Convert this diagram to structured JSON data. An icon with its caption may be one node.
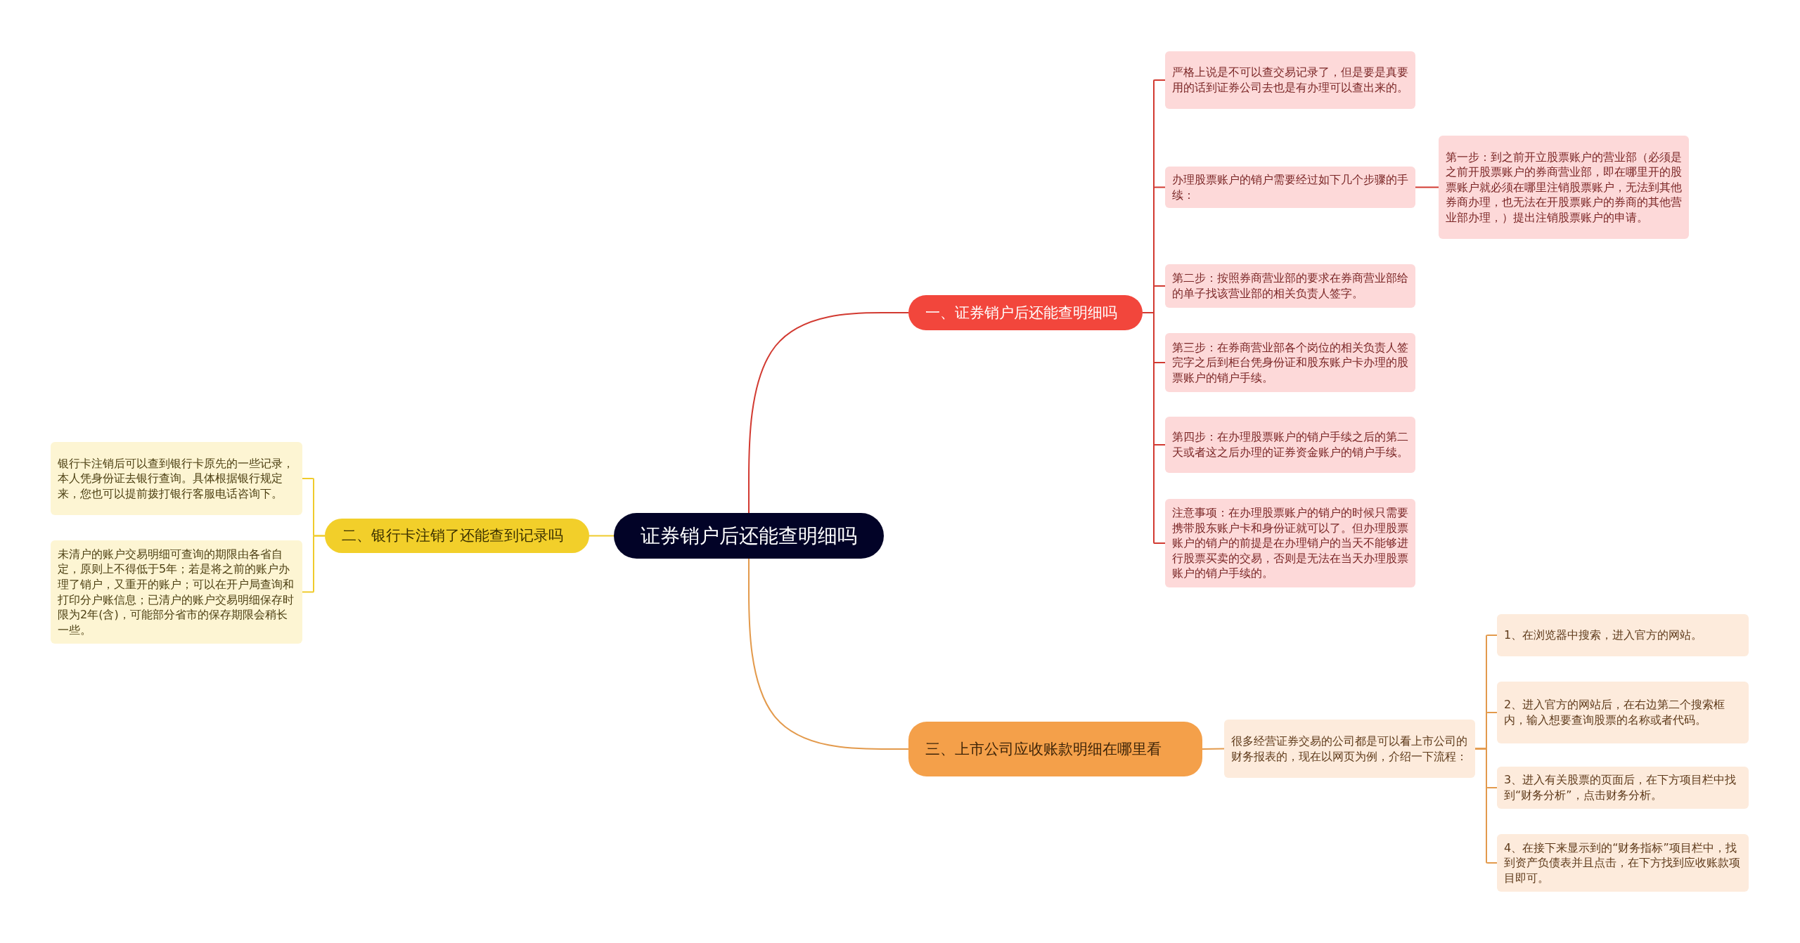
{
  "diagram": {
    "nodes": [
      {
        "text": [
          "证券销户后还能查明细吗"
        ]
      },
      {
        "text": [
          "一、证券销户后还能查明细吗"
        ]
      },
      {
        "text": [
          "严格上说是不可以查交易记录了，但是要是真要用的话到证券公司去也是有办理可以查出来的。"
        ]
      },
      {
        "text": [
          "办理股票账户的销户需要经过如下几个步骤的手续："
        ]
      },
      {
        "text": [
          "第一步：到之前开立股票账户的营业部（必须是之前开股票账户的券商营业部，即在哪里开的股票账户就必须在哪里注销股票账户，无法到其他券商办理，也无法在开股票账户的券商的其他营业部办理，）提出注销股票账户的申请。"
        ]
      },
      {
        "text": [
          "第二步：按照券商营业部的要求在券商营业部给的单子找该营业部的相关负责人签字。"
        ]
      },
      {
        "text": [
          "第三步：在券商营业部各个岗位的相关负责人签完字之后到柜台凭身份证和股东账户卡办理的股票账户的销户手续。"
        ]
      },
      {
        "text": [
          "第四步：在办理股票账户的销户手续之后的第二天或者这之后办理的证券资金账户的销户手续。"
        ]
      },
      {
        "text": [
          "注意事项：在办理股票账户的销户的时候只需要携带股东账户卡和身份证就可以了。但办理股票账户的销户的前提是在办理销户的当天不能够进行股票买卖的交易，否则是无法在当天办理股票账户的销户手续的。"
        ]
      },
      {
        "text": [
          "二、银行卡注销了还能查到记录吗"
        ]
      },
      {
        "text": [
          "银行卡注销后可以查到银行卡原先的一些记录，本人凭身份证去银行查询。具体根据银行规定来，您也可以提前拨打银行客服电话咨询下。"
        ]
      },
      {
        "text": [
          "未清户的账户交易明细可查询的期限由各省自定，原则上不得低于5年；若是将之前的账户办理了销户，又重开的账户；可以在开户局查询和打印分户账信息；已清户的账户交易明细保存时限为2年(含)，可能部分省市的保存期限会稍长一些。"
        ]
      },
      {
        "text": [
          "三、上市公司应收账款明细在哪里看"
        ]
      },
      {
        "text": [
          "很多经营证券交易的公司都是可以看上市公司的财务报表的，现在以网页为例，介绍一下流程："
        ]
      },
      {
        "text": [
          "1、在浏览器中搜索，进入官方的网站。"
        ]
      },
      {
        "text": [
          "2、进入官方的网站后，在右边第二个搜索框内，输入想要查询股票的名称或者代码。"
        ]
      },
      {
        "text": [
          "3、进入有关股票的页面后，在下方项目栏中找到“财务分析”，点击财务分析。"
        ]
      },
      {
        "text": [
          "4、在接下来显示到的“财务指标”项目栏中，找到资产负债表并且点击，在下方找到应收账款项目即可。"
        ]
      }
    ],
    "edges": [
      {
        "from": 0,
        "to": 1,
        "arrow": "none"
      },
      {
        "from": 1,
        "to": 2,
        "arrow": "none"
      },
      {
        "from": 1,
        "to": 3,
        "arrow": "none"
      },
      {
        "from": 3,
        "to": 4,
        "arrow": "none"
      },
      {
        "from": 1,
        "to": 5,
        "arrow": "none"
      },
      {
        "from": 1,
        "to": 6,
        "arrow": "none"
      },
      {
        "from": 1,
        "to": 7,
        "arrow": "none"
      },
      {
        "from": 1,
        "to": 8,
        "arrow": "none"
      },
      {
        "from": 0,
        "to": 9,
        "arrow": "none",
        "color": "#f0cb2c"
      },
      {
        "from": 9,
        "to": 10,
        "arrow": "none",
        "color": "#f0cb2c"
      },
      {
        "from": 9,
        "to": 11,
        "arrow": "none",
        "color": "#f0cb2c"
      },
      {
        "from": 0,
        "to": 12,
        "arrow": "none",
        "color": "#e39a4c"
      },
      {
        "from": 12,
        "to": 13,
        "arrow": "none",
        "color": "#e39a4c"
      },
      {
        "from": 13,
        "to": 14,
        "arrow": "none",
        "color": "#e39a4c"
      },
      {
        "from": 13,
        "to": 15,
        "arrow": "none",
        "color": "#e39a4c"
      },
      {
        "from": 13,
        "to": 16,
        "arrow": "none",
        "color": "#e39a4c"
      },
      {
        "from": 13,
        "to": 17,
        "arrow": "none",
        "color": "#e39a4c"
      }
    ]
  }
}
